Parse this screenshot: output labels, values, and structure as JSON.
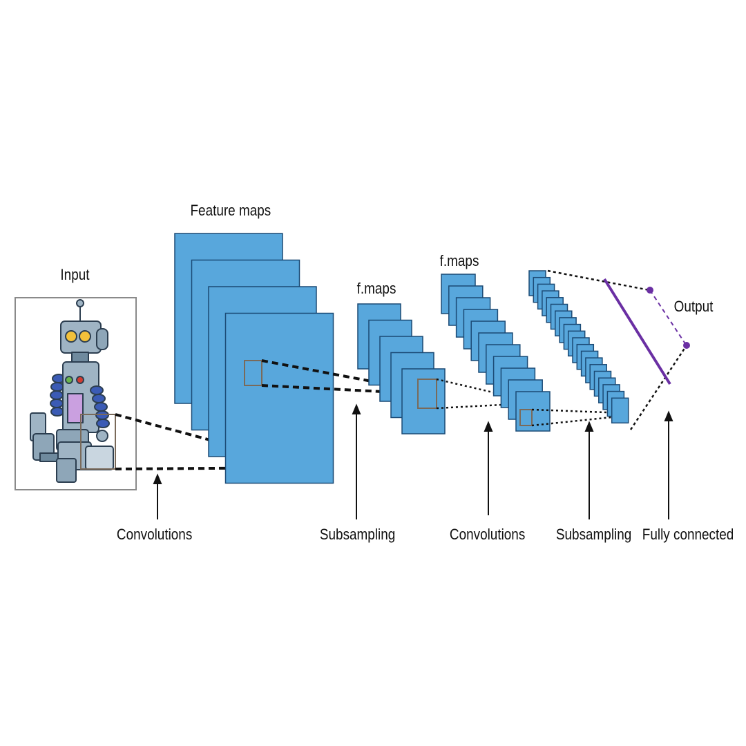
{
  "labels": {
    "input": "Input",
    "feature_maps": "Feature maps",
    "fmaps_1": "f.maps",
    "fmaps_2": "f.maps",
    "output": "Output"
  },
  "stages": [
    "Convolutions",
    "Subsampling",
    "Convolutions",
    "Subsampling",
    "Fully connected"
  ],
  "colors": {
    "map_fill": "#58a7dc",
    "map_edge": "#1b4a75",
    "kernel_box": "#7a6a5a",
    "output_line": "#6a2fa3",
    "output_node": "#6a2fa3",
    "text": "#111111"
  },
  "layers": {
    "feature_maps": {
      "count": 4
    },
    "fmaps_1": {
      "count": 5
    },
    "fmaps_2": {
      "count": 11
    },
    "subsampled": {
      "count": 20
    },
    "output_nodes": 2
  }
}
